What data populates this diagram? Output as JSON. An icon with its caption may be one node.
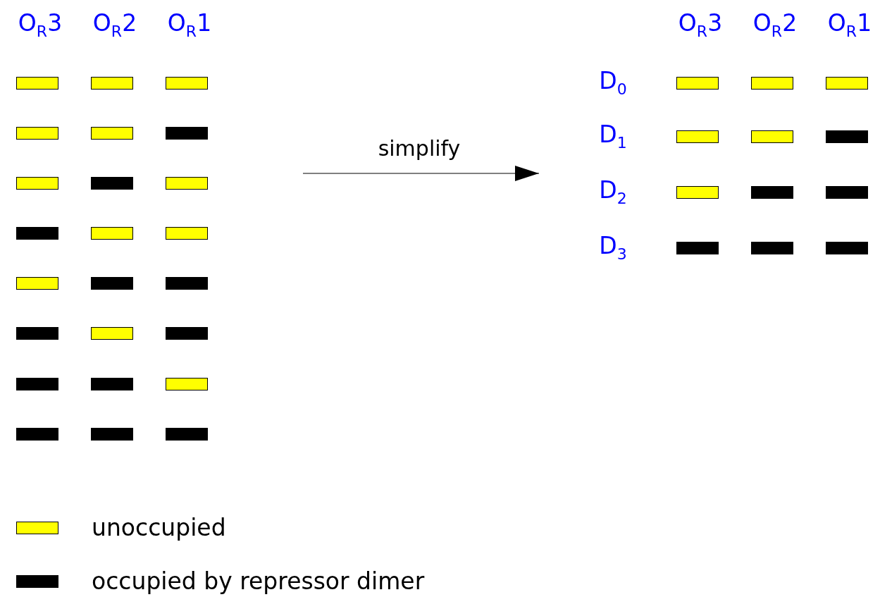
{
  "diagram": {
    "nodes": [
      {
        "text": [],
        "shape": "box"
      },
      {
        "text": [],
        "shape": "box"
      },
      {
        "text": [],
        "shape": "box"
      },
      {
        "text": [],
        "shape": "box"
      },
      {
        "text": [],
        "shape": "box"
      },
      {
        "text": [],
        "shape": "bar"
      },
      {
        "text": [],
        "shape": "box"
      },
      {
        "text": [],
        "shape": "bar"
      },
      {
        "text": [],
        "shape": "box"
      },
      {
        "text": [],
        "shape": "bar"
      },
      {
        "text": [],
        "shape": "box"
      },
      {
        "text": [],
        "shape": "box"
      },
      {
        "text": [],
        "shape": "box"
      },
      {
        "text": [],
        "shape": "bar"
      },
      {
        "text": [],
        "shape": "bar"
      },
      {
        "text": [],
        "shape": "bar"
      },
      {
        "text": [],
        "shape": "box"
      },
      {
        "text": [],
        "shape": "bar"
      },
      {
        "text": [],
        "shape": "bar"
      },
      {
        "text": [],
        "shape": "bar"
      },
      {
        "text": [],
        "shape": "box"
      },
      {
        "text": [],
        "shape": "bar"
      },
      {
        "text": [],
        "shape": "bar"
      },
      {
        "text": [],
        "shape": "bar"
      },
      {
        "text": [],
        "shape": "box"
      },
      {
        "text": [],
        "shape": "box"
      },
      {
        "text": [],
        "shape": "box"
      },
      {
        "text": [],
        "shape": "box"
      },
      {
        "text": [],
        "shape": "box"
      },
      {
        "text": [],
        "shape": "bar"
      },
      {
        "text": [],
        "shape": "box"
      },
      {
        "text": [],
        "shape": "bar"
      },
      {
        "text": [],
        "shape": "bar"
      },
      {
        "text": [],
        "shape": "bar"
      },
      {
        "text": [],
        "shape": "bar"
      },
      {
        "text": [],
        "shape": "bar"
      }
    ],
    "labels": [
      "O$_{R}$3",
      "O$_{R}$2",
      "O$_{R}$1",
      "O$_{R}$3",
      "O$_{R}$2",
      "O$_{R}$1",
      "D$_{0}$",
      "simplify",
      "D$_{1}$",
      "D$_{2}$",
      "D$_{3}$"
    ],
    "legend": [
      {
        "text": "unoccupied",
        "color": "#ffff00"
      },
      {
        "text": "occupied by repressor dimer",
        "color": "#000000"
      }
    ]
  }
}
